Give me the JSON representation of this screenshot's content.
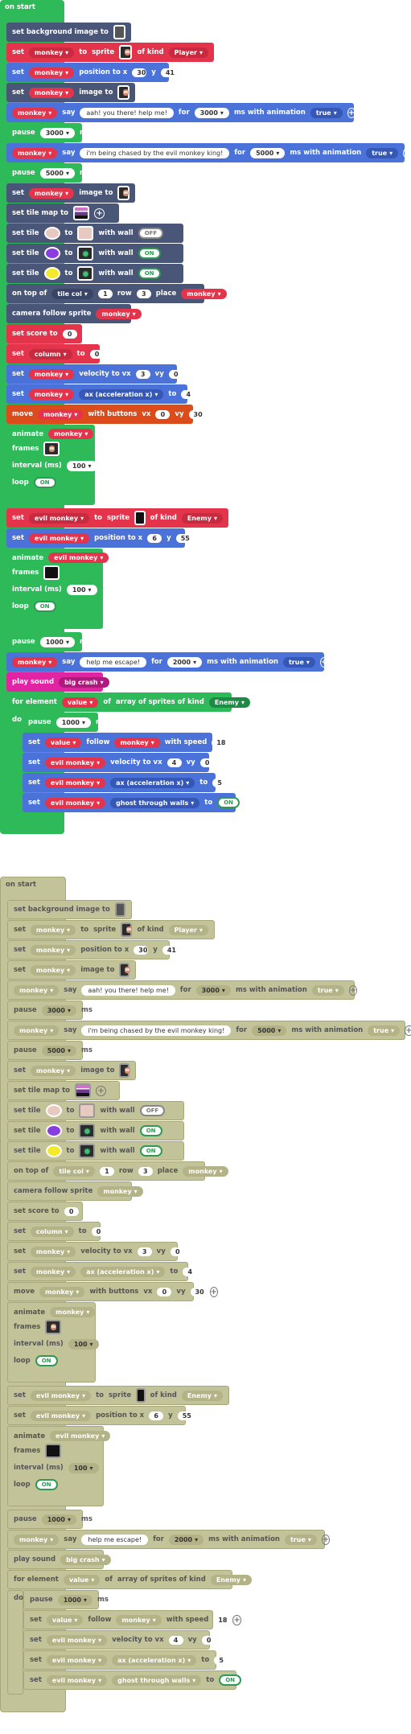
{
  "on_start_label": "on start",
  "blocks": [
    {
      "id": "bg",
      "kind": "slate",
      "w": 155,
      "parts": [
        {
          "t": "text",
          "v": "set background image to"
        },
        {
          "t": "img",
          "v": "grey"
        }
      ]
    },
    {
      "id": "setmonkey",
      "kind": "red",
      "w": 258,
      "parts": [
        {
          "t": "text",
          "v": "set"
        },
        {
          "t": "drop",
          "v": "monkey",
          "c": "d-red"
        },
        {
          "t": "text",
          "v": "to"
        },
        {
          "t": "text",
          "v": "sprite"
        },
        {
          "t": "img",
          "v": "ape"
        },
        {
          "t": "text",
          "v": "of kind"
        },
        {
          "t": "drop",
          "v": "Player",
          "c": "d-red"
        }
      ]
    },
    {
      "id": "pos",
      "kind": "blue",
      "w": 202,
      "parts": [
        {
          "t": "text",
          "v": "set"
        },
        {
          "t": "drop",
          "v": "monkey",
          "c": "c-red"
        },
        {
          "t": "text",
          "v": "position to x"
        },
        {
          "t": "num",
          "v": "30"
        },
        {
          "t": "text",
          "v": "y"
        },
        {
          "t": "num",
          "v": "41"
        }
      ]
    },
    {
      "id": "img1",
      "kind": "slate",
      "w": 160,
      "parts": [
        {
          "t": "text",
          "v": "set"
        },
        {
          "t": "drop",
          "v": "monkey",
          "c": "c-red"
        },
        {
          "t": "text",
          "v": "image to"
        },
        {
          "t": "img",
          "v": "ape"
        }
      ]
    },
    {
      "id": "say1",
      "kind": "blue",
      "w": 432,
      "indent": 1,
      "parts": [
        {
          "t": "drop",
          "v": "monkey",
          "c": "c-red"
        },
        {
          "t": "text",
          "v": "say"
        },
        {
          "t": "txt",
          "v": "aah! you there! help me!"
        },
        {
          "t": "text",
          "v": "for"
        },
        {
          "t": "drop",
          "v": "3000",
          "c": "num"
        },
        {
          "t": "text",
          "v": "ms with animation"
        },
        {
          "t": "drop",
          "v": "true",
          "c": "d-blue"
        },
        {
          "t": "plus",
          "v": "+"
        }
      ]
    },
    {
      "id": "pause1",
      "kind": "teal",
      "w": 94,
      "parts": [
        {
          "t": "text",
          "v": "pause"
        },
        {
          "t": "drop",
          "v": "3000",
          "c": "num"
        },
        {
          "t": "text",
          "v": "ms"
        }
      ]
    },
    {
      "id": "say2",
      "kind": "blue",
      "w": 511,
      "indent": 1,
      "parts": [
        {
          "t": "drop",
          "v": "monkey",
          "c": "c-red"
        },
        {
          "t": "text",
          "v": "say"
        },
        {
          "t": "txt",
          "v": "i'm being chased by the evil monkey king!"
        },
        {
          "t": "text",
          "v": "for"
        },
        {
          "t": "drop",
          "v": "5000",
          "c": "num"
        },
        {
          "t": "text",
          "v": "ms with animation"
        },
        {
          "t": "drop",
          "v": "true",
          "c": "d-blue"
        },
        {
          "t": "plus",
          "v": "+"
        }
      ]
    },
    {
      "id": "pause2",
      "kind": "teal",
      "w": 94,
      "parts": [
        {
          "t": "text",
          "v": "pause"
        },
        {
          "t": "drop",
          "v": "5000",
          "c": "num"
        },
        {
          "t": "text",
          "v": "ms"
        }
      ]
    },
    {
      "id": "img2",
      "kind": "slate",
      "w": 160,
      "parts": [
        {
          "t": "text",
          "v": "set"
        },
        {
          "t": "drop",
          "v": "monkey",
          "c": "c-red"
        },
        {
          "t": "text",
          "v": "image to"
        },
        {
          "t": "img",
          "v": "ape"
        }
      ]
    },
    {
      "id": "tilemap",
      "kind": "slate",
      "w": 140,
      "parts": [
        {
          "t": "text",
          "v": "set tile map to"
        },
        {
          "t": "img",
          "v": "stripes"
        },
        {
          "t": "plus",
          "v": "+"
        }
      ]
    },
    {
      "id": "tile1",
      "kind": "slate",
      "w": 220,
      "parts": [
        {
          "t": "text",
          "v": "set tile"
        },
        {
          "t": "sw",
          "v": "#e8c9c0"
        },
        {
          "t": "text",
          "v": "to"
        },
        {
          "t": "img",
          "v": "pale"
        },
        {
          "t": "text",
          "v": "with wall"
        },
        {
          "t": "tog",
          "v": "OFF",
          "c": "off"
        }
      ]
    },
    {
      "id": "tile2",
      "kind": "slate",
      "w": 220,
      "parts": [
        {
          "t": "text",
          "v": "set tile"
        },
        {
          "t": "sw",
          "v": "#8a3ee0"
        },
        {
          "t": "text",
          "v": "to"
        },
        {
          "t": "img",
          "v": "plant"
        },
        {
          "t": "text",
          "v": "with wall"
        },
        {
          "t": "tog",
          "v": "ON",
          "c": "on"
        }
      ]
    },
    {
      "id": "tile3",
      "kind": "slate",
      "w": 220,
      "parts": [
        {
          "t": "text",
          "v": "set tile"
        },
        {
          "t": "sw",
          "v": "#f4ea2c"
        },
        {
          "t": "text",
          "v": "to"
        },
        {
          "t": "img",
          "v": "plant"
        },
        {
          "t": "text",
          "v": "with wall"
        },
        {
          "t": "tog",
          "v": "ON",
          "c": "on"
        }
      ]
    },
    {
      "id": "ontop",
      "kind": "slate",
      "w": 246,
      "parts": [
        {
          "t": "text",
          "v": "on top of"
        },
        {
          "t": "drop",
          "v": "tile col",
          "c": "d-slate"
        },
        {
          "t": "num",
          "v": "1"
        },
        {
          "t": "text",
          "v": "row"
        },
        {
          "t": "num",
          "v": "3"
        },
        {
          "t": "text",
          "v": "place"
        },
        {
          "t": "drop",
          "v": "monkey",
          "c": "c-red"
        }
      ]
    },
    {
      "id": "camera",
      "kind": "slate",
      "w": 155,
      "parts": [
        {
          "t": "text",
          "v": "camera follow sprite"
        },
        {
          "t": "drop",
          "v": "monkey",
          "c": "c-red"
        }
      ]
    },
    {
      "id": "score",
      "kind": "red",
      "w": 94,
      "parts": [
        {
          "t": "text",
          "v": "set score to"
        },
        {
          "t": "num",
          "v": "0"
        }
      ]
    },
    {
      "id": "column",
      "kind": "red",
      "w": 116,
      "parts": [
        {
          "t": "text",
          "v": "set"
        },
        {
          "t": "drop",
          "v": "column",
          "c": "d-red"
        },
        {
          "t": "text",
          "v": "to"
        },
        {
          "t": "num",
          "v": "0"
        }
      ]
    },
    {
      "id": "vel",
      "kind": "blue",
      "w": 212,
      "parts": [
        {
          "t": "text",
          "v": "set"
        },
        {
          "t": "drop",
          "v": "monkey",
          "c": "c-red"
        },
        {
          "t": "text",
          "v": "velocity to vx"
        },
        {
          "t": "num",
          "v": "3"
        },
        {
          "t": "text",
          "v": "vy"
        },
        {
          "t": "num",
          "v": "0"
        }
      ]
    },
    {
      "id": "ax",
      "kind": "blue",
      "w": 225,
      "parts": [
        {
          "t": "text",
          "v": "set"
        },
        {
          "t": "drop",
          "v": "monkey",
          "c": "c-red"
        },
        {
          "t": "drop",
          "v": "ax (acceleration x)",
          "c": "d-blue"
        },
        {
          "t": "text",
          "v": "to"
        },
        {
          "t": "num",
          "v": "4"
        }
      ]
    },
    {
      "id": "move",
      "kind": "orange",
      "w": 232,
      "parts": [
        {
          "t": "text",
          "v": "move"
        },
        {
          "t": "drop",
          "v": "monkey",
          "c": "c-red"
        },
        {
          "t": "text",
          "v": "with buttons"
        },
        {
          "t": "text",
          "v": "vx"
        },
        {
          "t": "num",
          "v": "0"
        },
        {
          "t": "text",
          "v": "vy"
        },
        {
          "t": "num",
          "v": "30"
        },
        {
          "t": "plus",
          "v": "+"
        }
      ]
    },
    {
      "id": "anim1",
      "kind": "greenbox",
      "w": 110,
      "h": 100,
      "parts": [
        {
          "t": "text",
          "v": "animate"
        },
        {
          "t": "drop",
          "v": "monkey",
          "c": "c-red"
        }
      ],
      "rows": [
        [
          "frames",
          {
            "t": "img",
            "v": "ape"
          }
        ],
        [
          "interval (ms)",
          {
            "t": "drop",
            "v": "100",
            "c": "num"
          }
        ],
        [
          "loop",
          {
            "t": "tog",
            "v": "ON",
            "c": "on"
          }
        ]
      ]
    },
    {
      "id": "evil",
      "kind": "red",
      "w": 276,
      "parts": [
        {
          "t": "text",
          "v": "set"
        },
        {
          "t": "drop",
          "v": "evil monkey",
          "c": "d-red"
        },
        {
          "t": "text",
          "v": "to"
        },
        {
          "t": "text",
          "v": "sprite"
        },
        {
          "t": "img",
          "v": "black"
        },
        {
          "t": "text",
          "v": "of kind"
        },
        {
          "t": "drop",
          "v": "Enemy",
          "c": "d-red"
        }
      ]
    },
    {
      "id": "evilpos",
      "kind": "blue",
      "w": 222,
      "parts": [
        {
          "t": "text",
          "v": "set"
        },
        {
          "t": "drop",
          "v": "evil monkey",
          "c": "c-red"
        },
        {
          "t": "text",
          "v": "position to x"
        },
        {
          "t": "num",
          "v": "6"
        },
        {
          "t": "text",
          "v": "y"
        },
        {
          "t": "num",
          "v": "55"
        }
      ]
    },
    {
      "id": "anim2",
      "kind": "greenbox",
      "w": 120,
      "h": 100,
      "parts": [
        {
          "t": "text",
          "v": "animate"
        },
        {
          "t": "drop",
          "v": "evil monkey",
          "c": "c-red"
        }
      ],
      "rows": [
        [
          "frames",
          {
            "t": "img",
            "v": "black"
          }
        ],
        [
          "interval (ms)",
          {
            "t": "drop",
            "v": "100",
            "c": "num"
          }
        ],
        [
          "loop",
          {
            "t": "tog",
            "v": "ON",
            "c": "on"
          }
        ]
      ]
    },
    {
      "id": "pause3",
      "kind": "teal",
      "w": 94,
      "parts": [
        {
          "t": "text",
          "v": "pause"
        },
        {
          "t": "drop",
          "v": "1000",
          "c": "num"
        },
        {
          "t": "text",
          "v": "ms"
        }
      ]
    },
    {
      "id": "say3",
      "kind": "blue",
      "w": 395,
      "indent": 1,
      "parts": [
        {
          "t": "drop",
          "v": "monkey",
          "c": "c-red"
        },
        {
          "t": "text",
          "v": "say"
        },
        {
          "t": "txt",
          "v": "help me escape!"
        },
        {
          "t": "text",
          "v": "for"
        },
        {
          "t": "drop",
          "v": "2000",
          "c": "num"
        },
        {
          "t": "text",
          "v": "ms with animation"
        },
        {
          "t": "drop",
          "v": "true",
          "c": "d-blue"
        },
        {
          "t": "plus",
          "v": "+"
        }
      ]
    },
    {
      "id": "sound",
      "kind": "pink",
      "w": 120,
      "parts": [
        {
          "t": "text",
          "v": "play sound"
        },
        {
          "t": "drop",
          "v": "big crash",
          "c": "d-pink"
        }
      ]
    },
    {
      "id": "forel",
      "kind": "green",
      "w": 280,
      "parts": [
        {
          "t": "text",
          "v": "for element"
        },
        {
          "t": "drop",
          "v": "value",
          "c": "c-red"
        },
        {
          "t": "text",
          "v": "of"
        },
        {
          "t": "text",
          "v": "array of sprites of kind"
        },
        {
          "t": "drop",
          "v": "Enemy",
          "c": "d-green"
        }
      ]
    },
    {
      "id": "pause4",
      "kind": "teal",
      "w": 94,
      "indent": 2,
      "parts": [
        {
          "t": "text",
          "v": "pause"
        },
        {
          "t": "drop",
          "v": "1000",
          "c": "num"
        },
        {
          "t": "text",
          "v": "ms"
        }
      ]
    },
    {
      "id": "follow",
      "kind": "blue",
      "w": 236,
      "indent": 2,
      "parts": [
        {
          "t": "text",
          "v": "set"
        },
        {
          "t": "drop",
          "v": "value",
          "c": "c-red"
        },
        {
          "t": "text",
          "v": "follow"
        },
        {
          "t": "drop",
          "v": "monkey",
          "c": "c-red"
        },
        {
          "t": "text",
          "v": "with speed"
        },
        {
          "t": "num",
          "v": "18"
        },
        {
          "t": "plus",
          "v": "+"
        }
      ]
    },
    {
      "id": "evilvel",
      "kind": "blue",
      "w": 232,
      "indent": 2,
      "parts": [
        {
          "t": "text",
          "v": "set"
        },
        {
          "t": "drop",
          "v": "evil monkey",
          "c": "c-red"
        },
        {
          "t": "text",
          "v": "velocity to vx"
        },
        {
          "t": "num",
          "v": "4"
        },
        {
          "t": "text",
          "v": "vy"
        },
        {
          "t": "num",
          "v": "0"
        }
      ]
    },
    {
      "id": "evilax",
      "kind": "blue",
      "w": 240,
      "indent": 2,
      "parts": [
        {
          "t": "text",
          "v": "set"
        },
        {
          "t": "drop",
          "v": "evil monkey",
          "c": "c-red"
        },
        {
          "t": "drop",
          "v": "ax (acceleration x)",
          "c": "d-blue"
        },
        {
          "t": "text",
          "v": "to"
        },
        {
          "t": "num",
          "v": "5"
        }
      ]
    },
    {
      "id": "ghost",
      "kind": "blue",
      "w": 265,
      "indent": 2,
      "parts": [
        {
          "t": "text",
          "v": "set"
        },
        {
          "t": "drop",
          "v": "evil monkey",
          "c": "c-red"
        },
        {
          "t": "drop",
          "v": "ghost through walls",
          "c": "d-blue"
        },
        {
          "t": "text",
          "v": "to"
        },
        {
          "t": "tog",
          "v": "ON",
          "c": "on"
        }
      ]
    }
  ],
  "do_label": "do"
}
